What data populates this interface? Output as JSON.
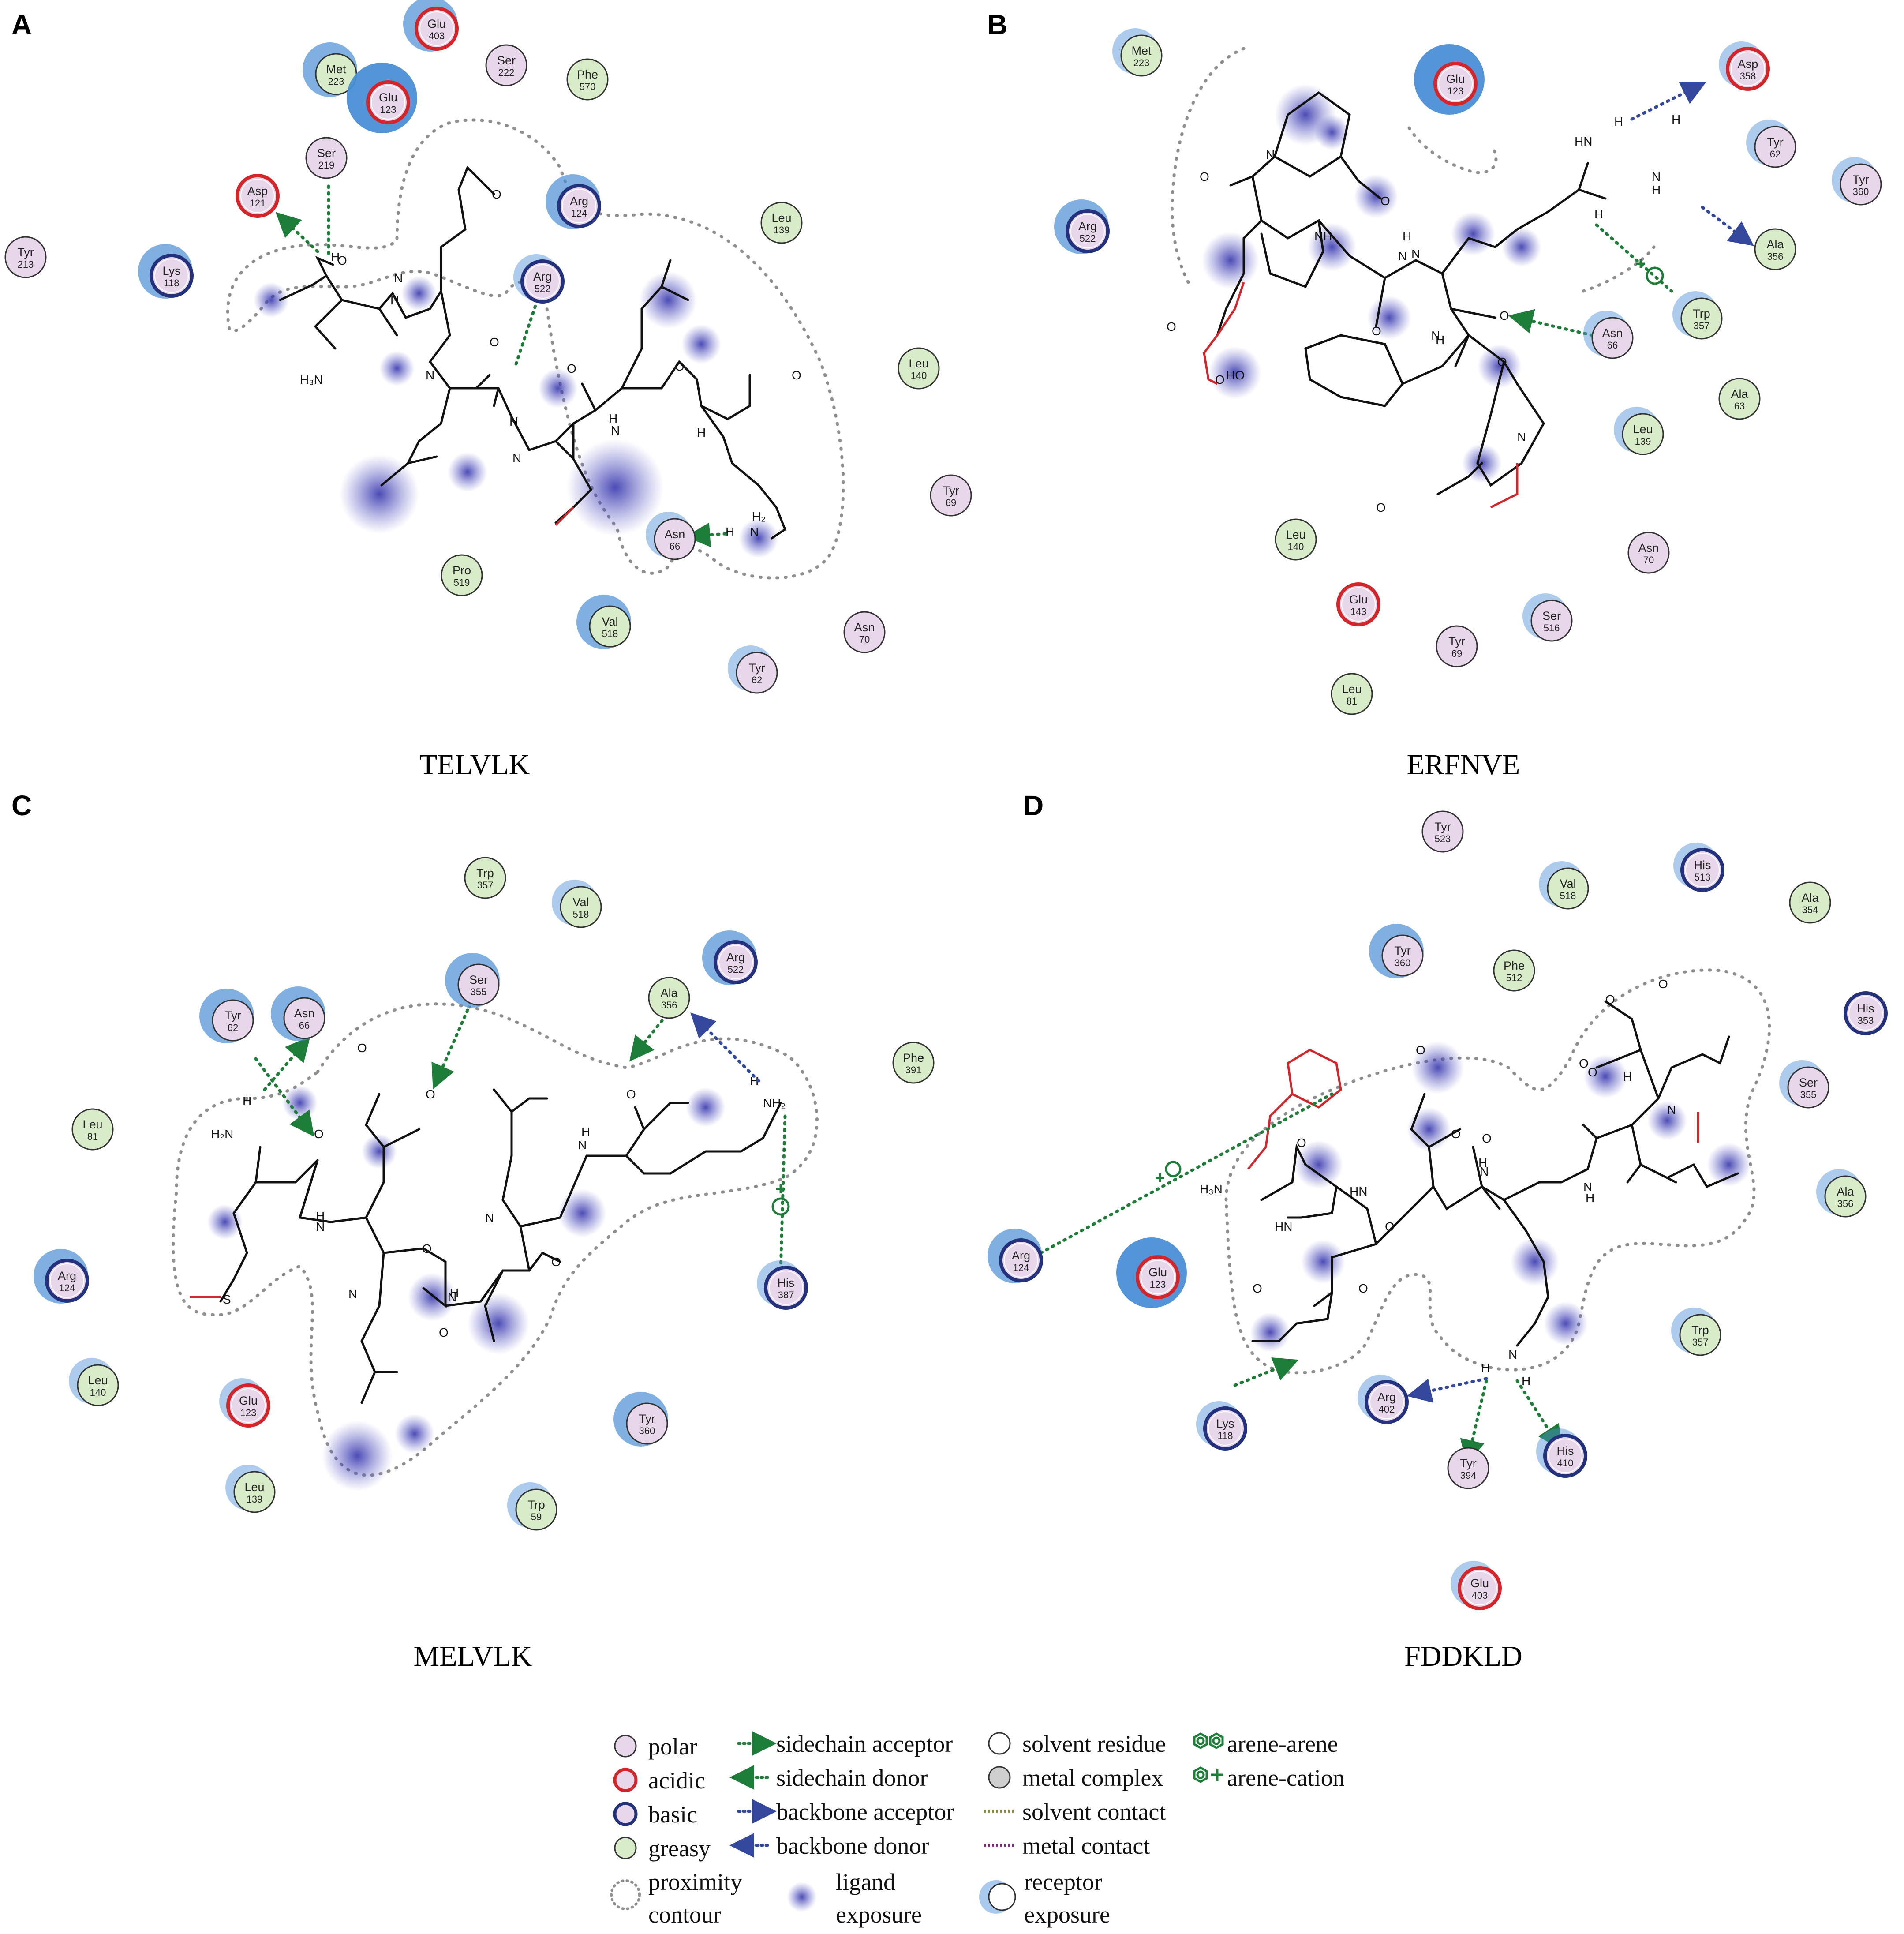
{
  "panels": [
    {
      "letter": "A",
      "caption": "TELVLK",
      "residues": [
        {
          "name": "Glu",
          "num": "403",
          "type": "acidic",
          "exposure": "med"
        },
        {
          "name": "Met",
          "num": "223",
          "type": "greasy",
          "exposure": "med"
        },
        {
          "name": "Glu",
          "num": "123",
          "type": "acidic",
          "exposure": "high"
        },
        {
          "name": "Ser",
          "num": "222",
          "type": "polar",
          "exposure": "none"
        },
        {
          "name": "Phe",
          "num": "570",
          "type": "greasy",
          "exposure": "none"
        },
        {
          "name": "Ser",
          "num": "219",
          "type": "polar",
          "exposure": "none"
        },
        {
          "name": "Asp",
          "num": "121",
          "type": "acidic",
          "exposure": "none"
        },
        {
          "name": "Arg",
          "num": "124",
          "type": "basic",
          "exposure": "med"
        },
        {
          "name": "Leu",
          "num": "139",
          "type": "greasy",
          "exposure": "none"
        },
        {
          "name": "Tyr",
          "num": "213",
          "type": "polar",
          "exposure": "none"
        },
        {
          "name": "Lys",
          "num": "118",
          "type": "basic",
          "exposure": "med"
        },
        {
          "name": "Arg",
          "num": "522",
          "type": "basic",
          "exposure": "low"
        },
        {
          "name": "Leu",
          "num": "140",
          "type": "greasy",
          "exposure": "none"
        },
        {
          "name": "Tyr",
          "num": "69",
          "type": "polar",
          "exposure": "none"
        },
        {
          "name": "Asn",
          "num": "66",
          "type": "polar",
          "exposure": "low"
        },
        {
          "name": "Pro",
          "num": "519",
          "type": "greasy",
          "exposure": "none"
        },
        {
          "name": "Val",
          "num": "518",
          "type": "greasy",
          "exposure": "med"
        },
        {
          "name": "Asn",
          "num": "70",
          "type": "polar",
          "exposure": "none"
        },
        {
          "name": "Tyr",
          "num": "62",
          "type": "polar",
          "exposure": "low"
        }
      ],
      "atoms": [
        "H",
        "N",
        "O",
        "H",
        "O",
        "O",
        "N",
        "H",
        "N",
        "H",
        "N",
        "H",
        "O",
        "O",
        "O",
        "H₃N",
        "H",
        "N",
        "H₂"
      ]
    },
    {
      "letter": "B",
      "caption": "ERFNVE",
      "residues": [
        {
          "name": "Met",
          "num": "223",
          "type": "greasy",
          "exposure": "low"
        },
        {
          "name": "Glu",
          "num": "123",
          "type": "acidic",
          "exposure": "high"
        },
        {
          "name": "Asp",
          "num": "358",
          "type": "acidic",
          "exposure": "low"
        },
        {
          "name": "Tyr",
          "num": "62",
          "type": "polar",
          "exposure": "low"
        },
        {
          "name": "Tyr",
          "num": "360",
          "type": "polar",
          "exposure": "low"
        },
        {
          "name": "Arg",
          "num": "522",
          "type": "basic",
          "exposure": "med"
        },
        {
          "name": "Ala",
          "num": "356",
          "type": "greasy",
          "exposure": "none"
        },
        {
          "name": "Trp",
          "num": "357",
          "type": "greasy",
          "exposure": "low"
        },
        {
          "name": "Asn",
          "num": "66",
          "type": "polar",
          "exposure": "low"
        },
        {
          "name": "Ala",
          "num": "63",
          "type": "greasy",
          "exposure": "none"
        },
        {
          "name": "Leu",
          "num": "139",
          "type": "greasy",
          "exposure": "low"
        },
        {
          "name": "Leu",
          "num": "140",
          "type": "greasy",
          "exposure": "none"
        },
        {
          "name": "Asn",
          "num": "70",
          "type": "polar",
          "exposure": "none"
        },
        {
          "name": "Glu",
          "num": "143",
          "type": "acidic",
          "exposure": "none"
        },
        {
          "name": "Ser",
          "num": "516",
          "type": "polar",
          "exposure": "low"
        },
        {
          "name": "Tyr",
          "num": "69",
          "type": "polar",
          "exposure": "none"
        },
        {
          "name": "Leu",
          "num": "81",
          "type": "greasy",
          "exposure": "none"
        }
      ],
      "atoms": [
        "HN",
        "H",
        "N",
        "H",
        "O",
        "O",
        "NH",
        "N",
        "H",
        "N",
        "H",
        "O",
        "HO",
        "O",
        "O",
        "O",
        "O",
        "N",
        "O",
        "H",
        "N",
        "H",
        "N"
      ]
    },
    {
      "letter": "C",
      "caption": "MELVLK",
      "residues": [
        {
          "name": "Trp",
          "num": "357",
          "type": "greasy",
          "exposure": "none"
        },
        {
          "name": "Val",
          "num": "518",
          "type": "greasy",
          "exposure": "low"
        },
        {
          "name": "Arg",
          "num": "522",
          "type": "basic",
          "exposure": "med"
        },
        {
          "name": "Tyr",
          "num": "62",
          "type": "polar",
          "exposure": "med"
        },
        {
          "name": "Asn",
          "num": "66",
          "type": "polar",
          "exposure": "med"
        },
        {
          "name": "Ser",
          "num": "355",
          "type": "polar",
          "exposure": "med"
        },
        {
          "name": "Ala",
          "num": "356",
          "type": "greasy",
          "exposure": "none"
        },
        {
          "name": "Phe",
          "num": "391",
          "type": "greasy",
          "exposure": "none"
        },
        {
          "name": "Leu",
          "num": "81",
          "type": "greasy",
          "exposure": "none"
        },
        {
          "name": "Arg",
          "num": "124",
          "type": "basic",
          "exposure": "med"
        },
        {
          "name": "His",
          "num": "387",
          "type": "basic",
          "exposure": "low"
        },
        {
          "name": "Leu",
          "num": "140",
          "type": "greasy",
          "exposure": "low"
        },
        {
          "name": "Glu",
          "num": "123",
          "type": "acidic",
          "exposure": "low"
        },
        {
          "name": "Tyr",
          "num": "360",
          "type": "polar",
          "exposure": "med"
        },
        {
          "name": "Leu",
          "num": "139",
          "type": "greasy",
          "exposure": "low"
        },
        {
          "name": "Trp",
          "num": "59",
          "type": "greasy",
          "exposure": "low"
        }
      ],
      "atoms": [
        "H",
        "H₂N",
        "O",
        "O",
        "O",
        "H",
        "N",
        "O",
        "N",
        "O",
        "NH₂",
        "N",
        "H",
        "H",
        "N",
        "N",
        "H",
        "O",
        "S",
        "O"
      ]
    },
    {
      "letter": "D",
      "caption": "FDDKLD",
      "residues": [
        {
          "name": "Tyr",
          "num": "523",
          "type": "polar",
          "exposure": "none"
        },
        {
          "name": "Val",
          "num": "518",
          "type": "greasy",
          "exposure": "low"
        },
        {
          "name": "His",
          "num": "513",
          "type": "basic",
          "exposure": "low"
        },
        {
          "name": "Ala",
          "num": "354",
          "type": "greasy",
          "exposure": "none"
        },
        {
          "name": "Tyr",
          "num": "360",
          "type": "polar",
          "exposure": "med"
        },
        {
          "name": "Phe",
          "num": "512",
          "type": "greasy",
          "exposure": "none"
        },
        {
          "name": "His",
          "num": "353",
          "type": "basic",
          "exposure": "none"
        },
        {
          "name": "Ser",
          "num": "355",
          "type": "polar",
          "exposure": "low"
        },
        {
          "name": "Ala",
          "num": "356",
          "type": "greasy",
          "exposure": "low"
        },
        {
          "name": "Arg",
          "num": "124",
          "type": "basic",
          "exposure": "med"
        },
        {
          "name": "Glu",
          "num": "123",
          "type": "acidic",
          "exposure": "high"
        },
        {
          "name": "Trp",
          "num": "357",
          "type": "greasy",
          "exposure": "low"
        },
        {
          "name": "Lys",
          "num": "118",
          "type": "basic",
          "exposure": "low"
        },
        {
          "name": "Arg",
          "num": "402",
          "type": "basic",
          "exposure": "low"
        },
        {
          "name": "Tyr",
          "num": "394",
          "type": "polar",
          "exposure": "none"
        },
        {
          "name": "His",
          "num": "410",
          "type": "basic",
          "exposure": "low"
        },
        {
          "name": "Glu",
          "num": "403",
          "type": "acidic",
          "exposure": "low"
        }
      ],
      "atoms": [
        "O",
        "O",
        "O",
        "O",
        "O",
        "H",
        "N",
        "O",
        "H₃N",
        "O",
        "O",
        "HN",
        "N",
        "H",
        "N",
        "H",
        "H",
        "N",
        "H",
        "O",
        "O",
        "HN",
        "O"
      ]
    }
  ],
  "legend": {
    "polar": "polar",
    "acidic": "acidic",
    "basic": "basic",
    "greasy": "greasy",
    "proximity_contour": [
      "proximity",
      "contour"
    ],
    "sidechain_acceptor": "sidechain acceptor",
    "sidechain_donor": "sidechain donor",
    "backbone_acceptor": "backbone acceptor",
    "backbone_donor": "backbone donor",
    "ligand_exposure": [
      "ligand",
      "exposure"
    ],
    "solvent_residue": "solvent residue",
    "metal_complex": "metal complex",
    "solvent_contact": "solvent contact",
    "metal_contact": "metal contact",
    "receptor_exposure": [
      "receptor",
      "exposure"
    ],
    "arene_arene": "arene-arene",
    "arene_cation": "arene-cation"
  },
  "colors": {
    "polar": "#e8d6ea",
    "greasy": "#d8ecc9",
    "acidic_ring": "#d4252a",
    "basic_ring": "#24327d",
    "exposure": "#4a8fd6",
    "ligand_exposure": "#2c2ca8",
    "hbond_sidechain": "#1f7d3a",
    "hbond_backbone": "#34489e",
    "contour": "#8f8f8f",
    "metal_contact": "#8d1e8d",
    "solvent_contact": "#8f8a2a"
  }
}
